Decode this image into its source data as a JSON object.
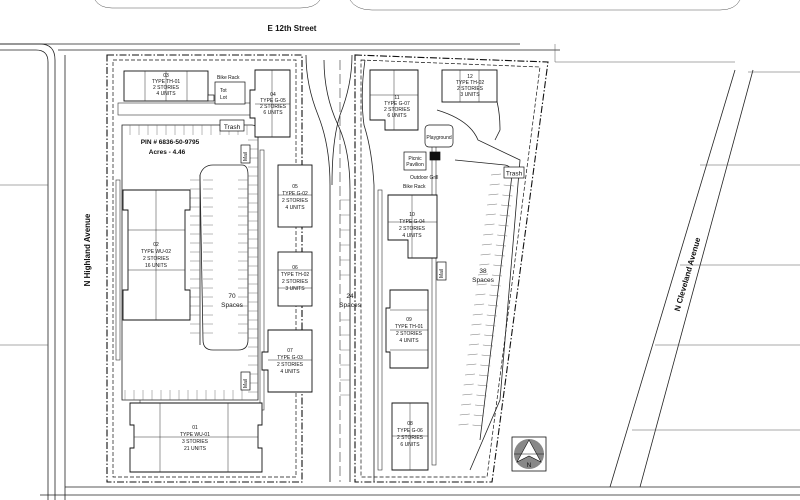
{
  "streets": {
    "north": "E 12th Street",
    "west": "N Highland Avenue",
    "east": "N Cleveland Avenue"
  },
  "parcel": {
    "pin": "PIN # 6836-50-9795",
    "acres": "Acres - 4.46"
  },
  "parking": {
    "west": {
      "count": "70",
      "word": "Spaces"
    },
    "center": {
      "count": "24",
      "word": "Spaces"
    },
    "east": {
      "count": "38",
      "word": "Spaces"
    }
  },
  "buildings": [
    {
      "number": "03",
      "type": "TYPE TH-01",
      "stories": "2 STORIES",
      "units": "4 UNITS"
    },
    {
      "number": "04",
      "type": "TYPE G-05",
      "stories": "2 STORIES",
      "units": "6 UNITS"
    },
    {
      "number": "11",
      "type": "TYPE G-07",
      "stories": "2 STORIES",
      "units": "6 UNITS"
    },
    {
      "number": "12",
      "type": "TYPE TH-02",
      "stories": "2 STORIES",
      "units": "3 UNITS"
    },
    {
      "number": "02",
      "type": "TYPE WU-02",
      "stories": "2 STORIES",
      "units": "16 UNITS"
    },
    {
      "number": "05",
      "type": "TYPE G-02",
      "stories": "2 STORIES",
      "units": "4 UNITS"
    },
    {
      "number": "06",
      "type": "TYPE TH-02",
      "stories": "2 STORIES",
      "units": "3 UNITS"
    },
    {
      "number": "07",
      "type": "TYPE G-03",
      "stories": "2 STORIES",
      "units": "4 UNITS"
    },
    {
      "number": "01",
      "type": "TYPE WU-01",
      "stories": "3 STORIES",
      "units": "21 UNITS"
    },
    {
      "number": "10",
      "type": "TYPE G-04",
      "stories": "2 STORIES",
      "units": "4 UNITS"
    },
    {
      "number": "09",
      "type": "TYPE TH-01",
      "stories": "2 STORIES",
      "units": "4 UNITS"
    },
    {
      "number": "08",
      "type": "TYPE G-06",
      "stories": "2 STORIES",
      "units": "6 UNITS"
    }
  ],
  "amenities": {
    "bike_rack_1": "Bike Rack",
    "bike_rack_2": "Bike Rack",
    "tot_lot_1": "Tot",
    "tot_lot_2": "Lot",
    "trash_1": "Trash",
    "trash_2": "Trash",
    "mail_1": "Mail",
    "mail_2": "Mail",
    "mail_3": "Mail",
    "playground": "Playground",
    "picnic_1": "Picnic",
    "picnic_2": "Pavilion",
    "grill": "Outdoor Grill"
  },
  "north_arrow": {
    "letter": "N"
  }
}
